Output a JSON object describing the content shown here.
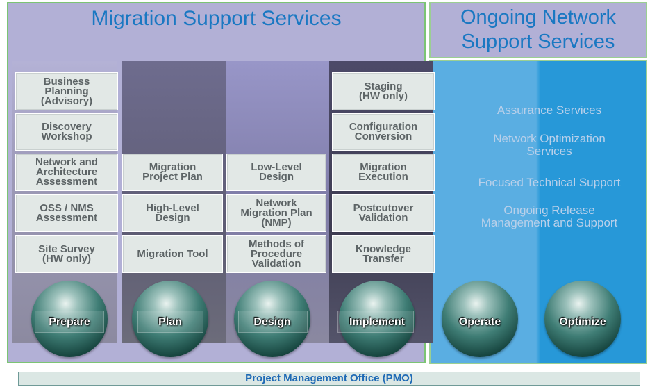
{
  "sections": {
    "migration_title": "Migration Support Services",
    "ongoing_title": "Ongoing Network\nSupport Services"
  },
  "columns": {
    "prepare": {
      "boxes": [
        "Business\nPlanning\n(Advisory)",
        "Discovery\nWorkshop",
        "Network and\nArchitecture\nAssessment",
        "OSS / NMS\nAssessment",
        "Site Survey\n(HW only)"
      ]
    },
    "plan": {
      "boxes": [
        "Migration\nProject Plan",
        "High-Level\nDesign",
        "Migration Tool"
      ]
    },
    "design": {
      "boxes": [
        "Low-Level\nDesign",
        "Network\nMigration Plan\n(NMP)",
        "Methods of\nProcedure\nValidation"
      ]
    },
    "implement": {
      "boxes": [
        "Staging\n(HW only)",
        "Configuration\nConversion",
        "Migration\nExecution",
        "Postcutover\nValidation",
        "Knowledge\nTransfer"
      ]
    }
  },
  "ongoing_services": [
    "Assurance Services",
    "Network Optimization\nServices",
    "Focused Technical Support",
    "Ongoing Release\nManagement and Support"
  ],
  "phases": [
    "Prepare",
    "Plan",
    "Design",
    "Implement",
    "Operate",
    "Optimize"
  ],
  "pmo": "Project Management Office (PMO)",
  "colors": {
    "title_blue": "#1a78c2",
    "panel_lavender": "#b2b0d6",
    "operate_blue": "#5aaee2",
    "optimize_blue": "#2798d8",
    "border_green": "#7cc474"
  }
}
